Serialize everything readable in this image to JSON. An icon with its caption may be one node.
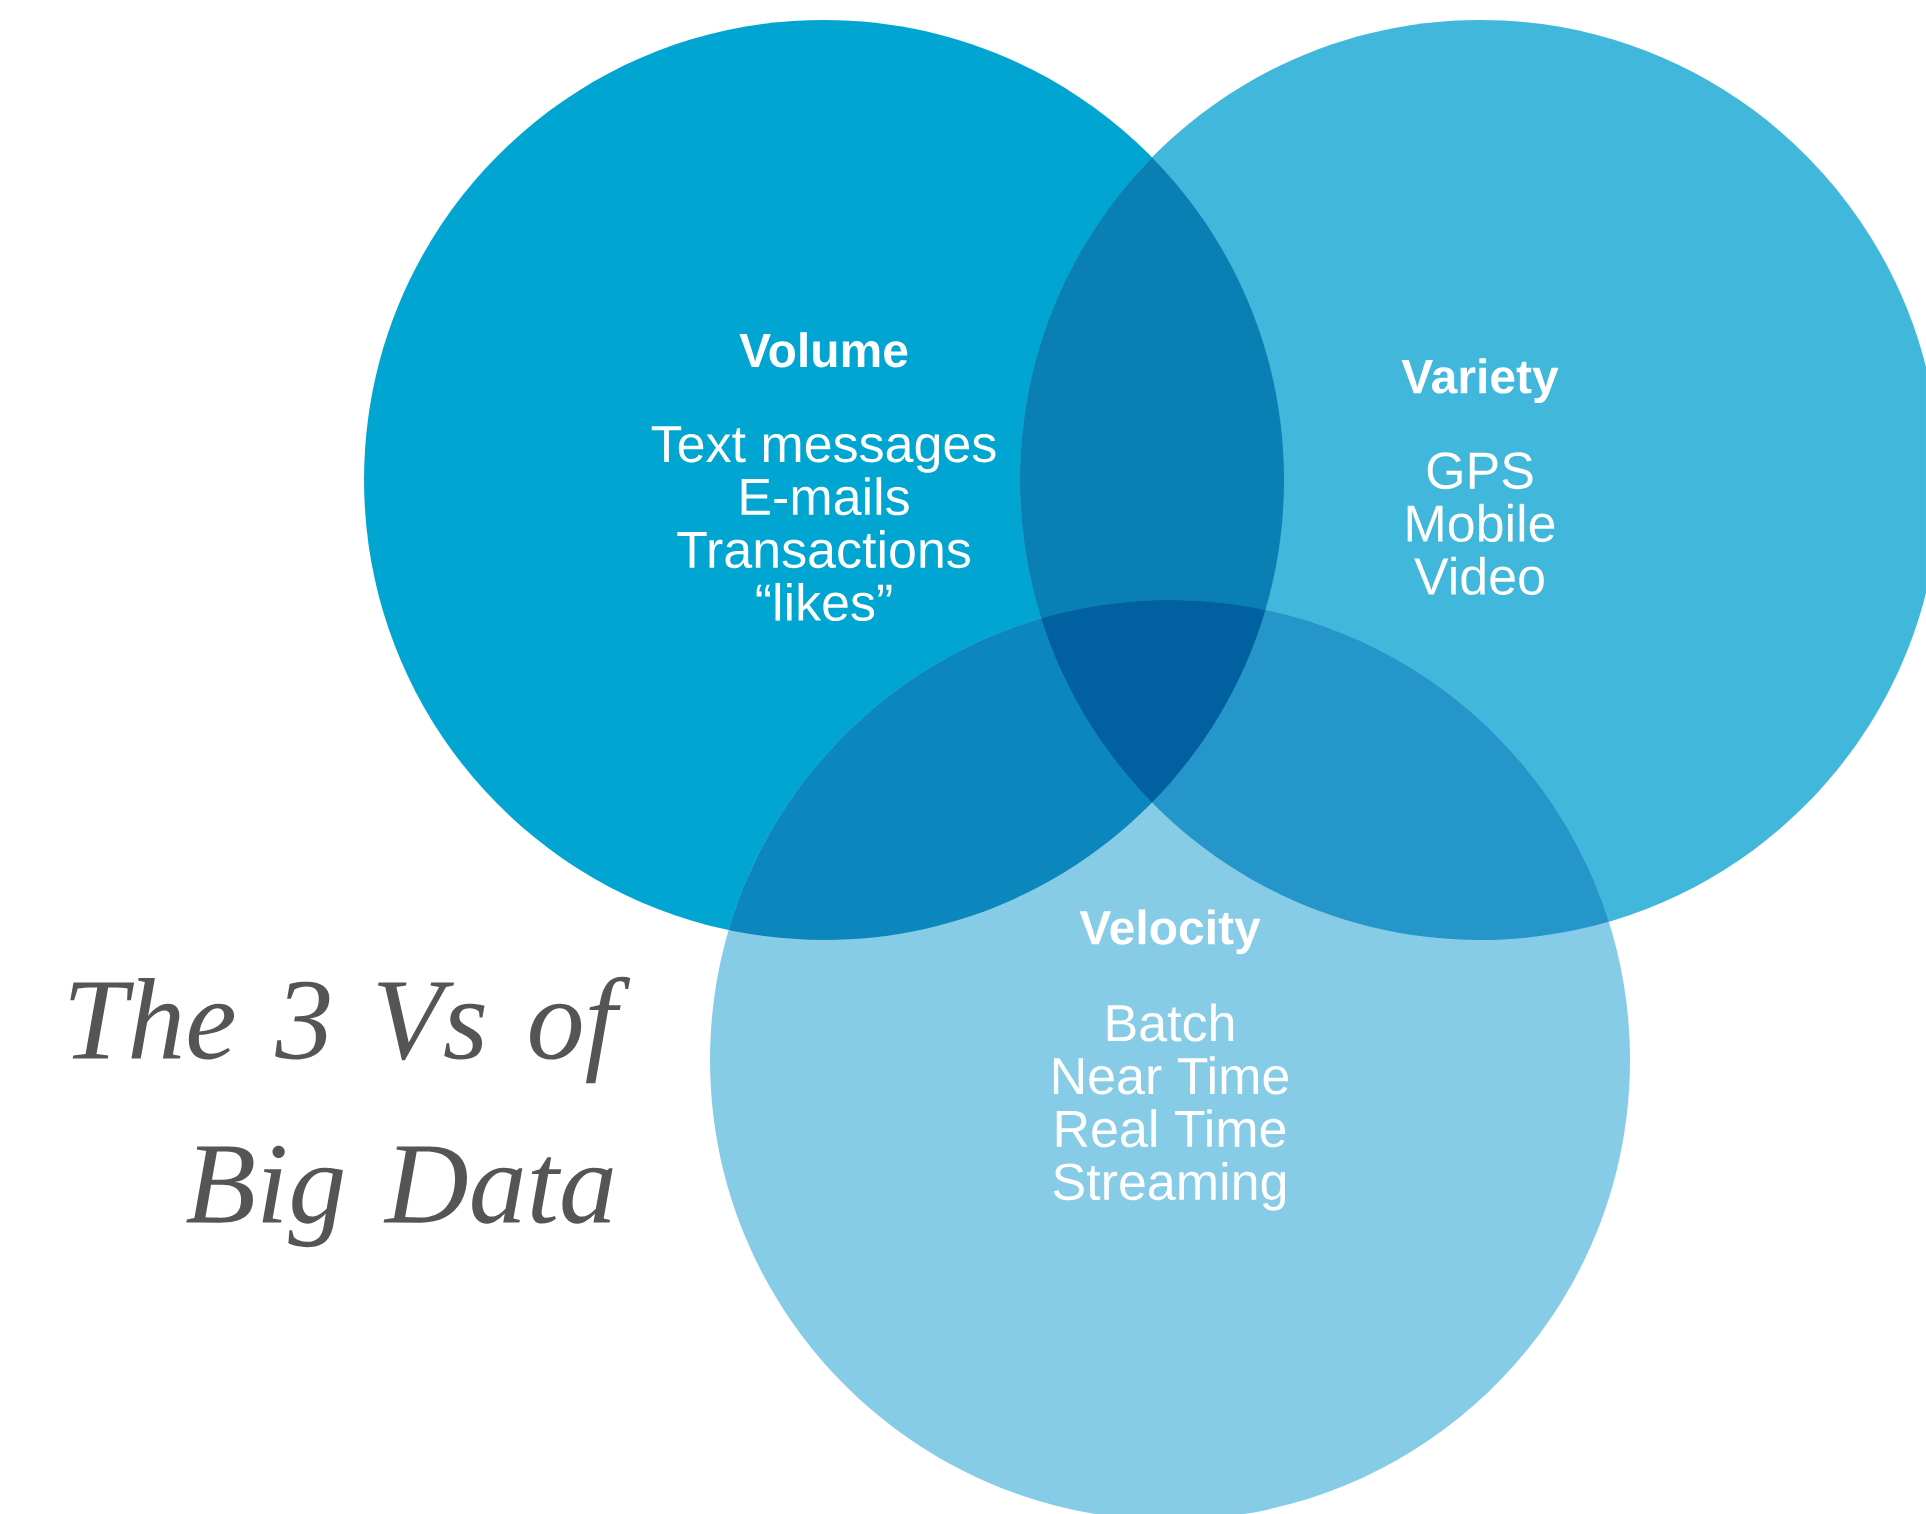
{
  "diagram": {
    "title": "The 3 Vs of Big Data",
    "nodes": [
      {
        "text": [
          "Volume",
          "Text messages",
          "E-mails",
          "Transactions",
          "“likes”"
        ]
      },
      {
        "text": [
          "Variety",
          "GPS",
          "Mobile",
          "Video"
        ]
      },
      {
        "text": [
          "Velocity",
          "Batch",
          "Near Time",
          "Real Time",
          "Streaming"
        ]
      }
    ]
  }
}
